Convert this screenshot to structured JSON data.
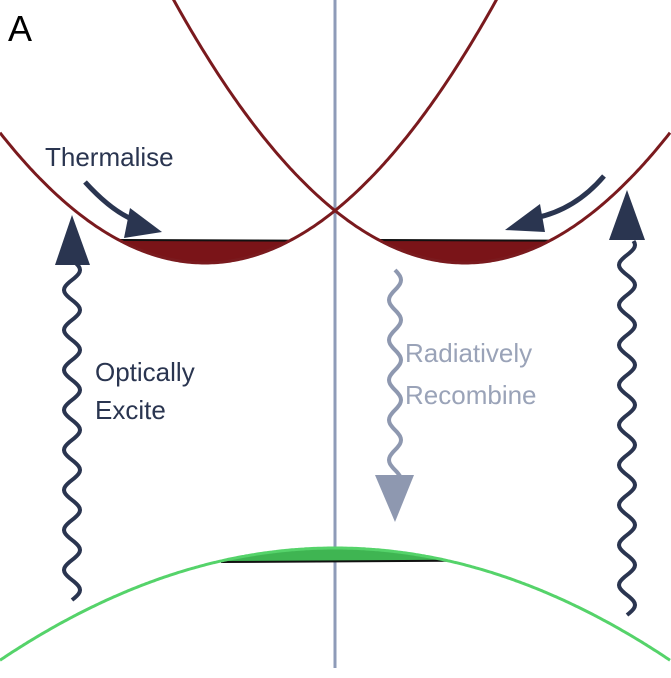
{
  "panel_label": "A",
  "labels": {
    "thermalise": "Thermalise",
    "optically_excite_1": "Optically",
    "optically_excite_2": "Excite",
    "radiatively_recombine_1": "Radiatively",
    "radiatively_recombine_2": "Recombine"
  },
  "colors": {
    "conduction_band": "#7a1a1e",
    "electron_fill": "#7a1418",
    "valence_band": "#55d36a",
    "hole_fill": "#3fb552",
    "axis": "#8e9bb8",
    "arrow_dark": "#2a3550",
    "arrow_light": "#8e98b0"
  }
}
